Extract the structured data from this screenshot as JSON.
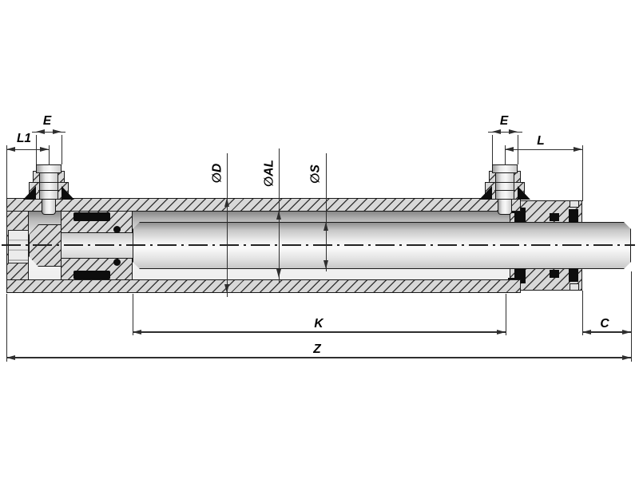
{
  "drawing": {
    "description": "sectional technical drawing of a double-acting hydraulic cylinder with dimension callouts"
  },
  "dimensions": {
    "e_left": {
      "label": "E"
    },
    "l1": {
      "label": "L1"
    },
    "e_right": {
      "label": "E"
    },
    "l": {
      "label": "L"
    },
    "dia_d": {
      "label": "∅D"
    },
    "dia_al": {
      "label": "∅AL"
    },
    "dia_s": {
      "label": "∅S"
    },
    "k": {
      "label": "K"
    },
    "z": {
      "label": "Z"
    },
    "c": {
      "label": "C"
    }
  },
  "colors": {
    "background": "#ffffff",
    "outline": "#1a1a1a",
    "hatch_fill": "#d8d8d8",
    "hatch_line": "#3a3a3a",
    "dim_line": "#2e2e2e",
    "seal": "#0d0d0d",
    "metal_light": "#f6f6f6",
    "metal_dark": "#8f8f8f"
  }
}
